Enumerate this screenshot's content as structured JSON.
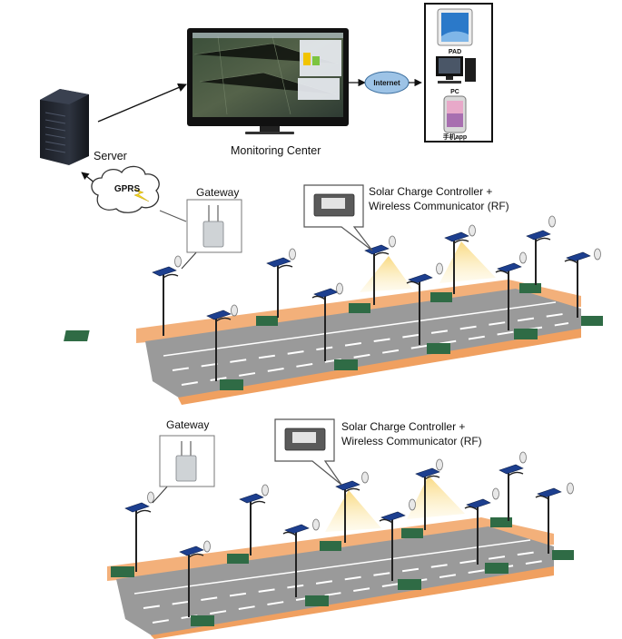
{
  "labels": {
    "server": "Server",
    "monitoring_center": "Monitoring Center",
    "internet": "Internet",
    "gprs": "GPRS",
    "pad": "PAD",
    "pc": "PC",
    "phone_app": "手机app",
    "gateway": "Gateway",
    "controller_line1": "Solar Charge Controller +",
    "controller_line2": "Wireless Communicator (RF)"
  },
  "colors": {
    "road": "#9a9a9a",
    "curb": "#f0a060",
    "battery_box": "#2f6b45",
    "pole": "#222222",
    "panel": "#1d3f8f",
    "light_beam": "#fbe7a6",
    "cloud_stroke": "#333333",
    "bolt": "#f4d21c"
  }
}
